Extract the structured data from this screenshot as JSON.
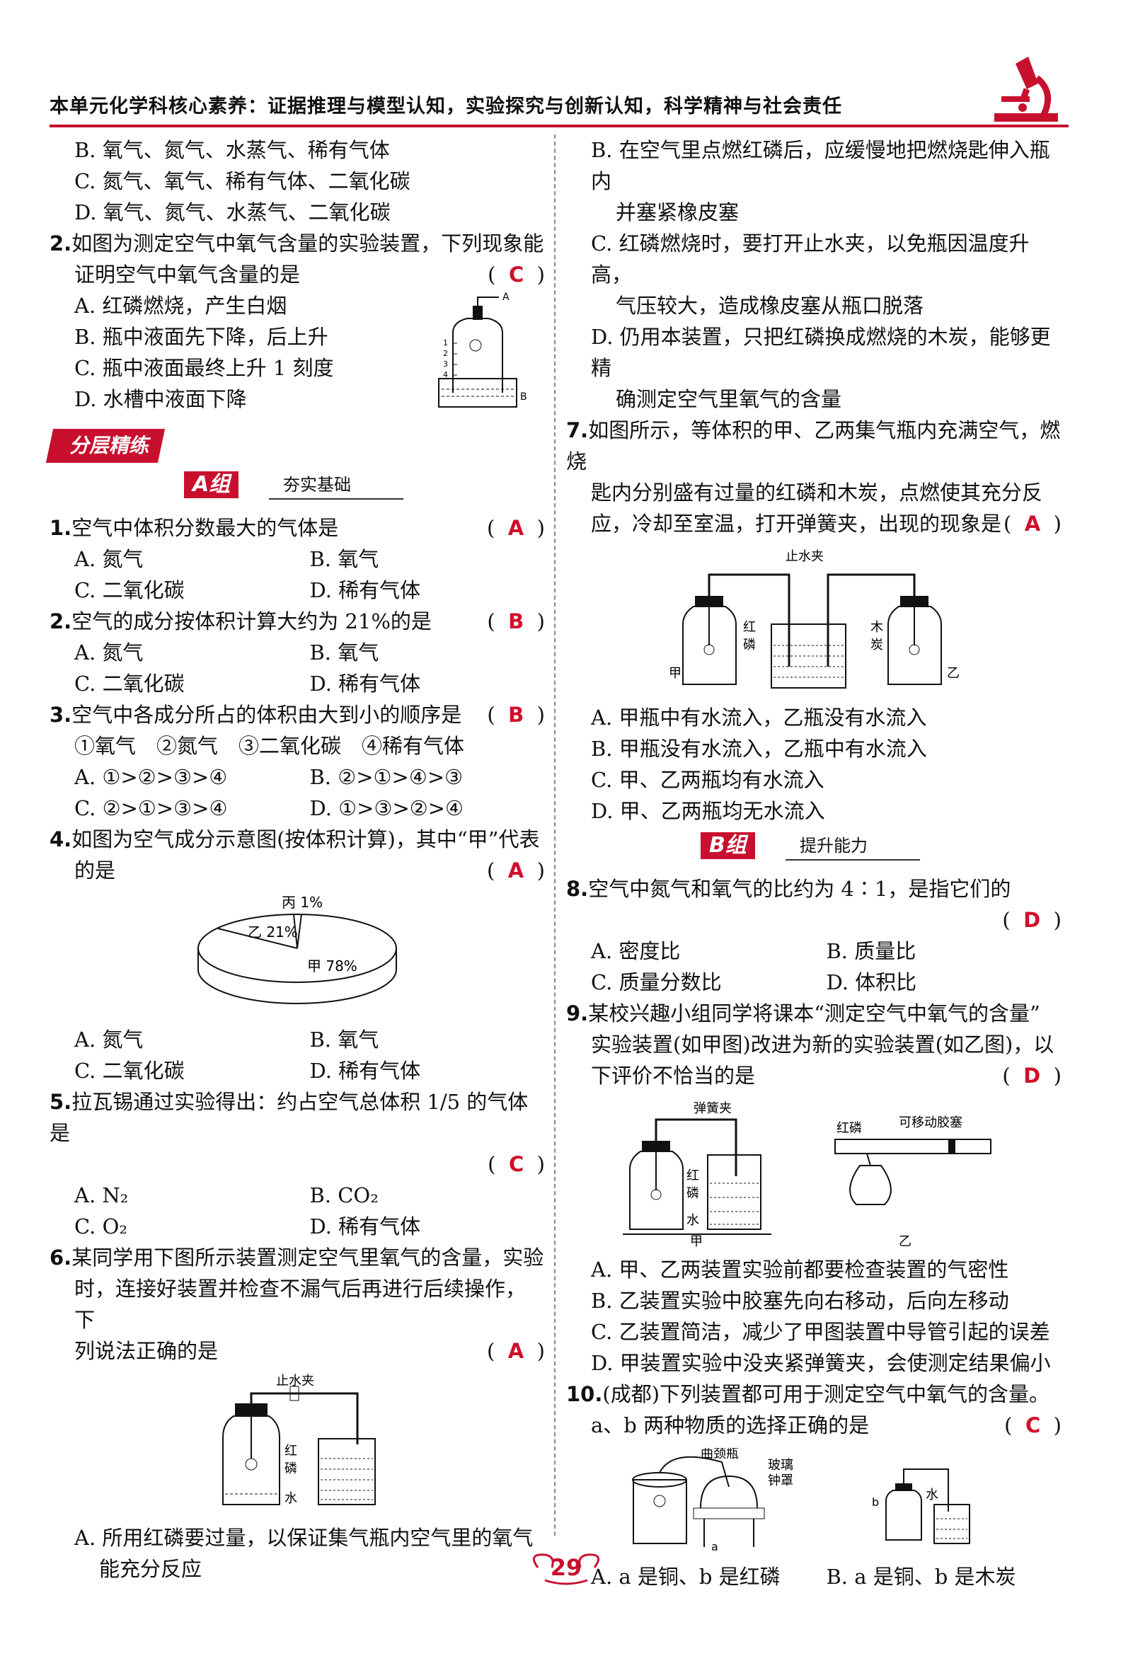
{
  "header": {
    "text": "本单元化学科核心素养：证据推理与模型认知，实验探究与创新认知，科学精神与社会责任"
  },
  "left": {
    "prev_opts": [
      "B. 氧气、氮气、水蒸气、稀有气体",
      "C. 氮气、氧气、稀有气体、二氧化碳",
      "D. 氧气、氮气、水蒸气、二氧化碳"
    ],
    "q2pre": {
      "num": "2.",
      "line1": "如图为测定空气中氧气含量的实验装置，下列现象能",
      "line2": "证明空气中氧气含量的是",
      "answer": "C",
      "opts": [
        "A. 红磷燃烧，产生白烟",
        "B. 瓶中液面先下降，后上升",
        "C. 瓶中液面最终上升 1 刻度",
        "D. 水槽中液面下降"
      ],
      "fig_labels": [
        "A",
        "B",
        "1",
        "2",
        "3",
        "4"
      ]
    },
    "section": "分层精练",
    "groupA": {
      "tag": "A组",
      "sub": "夯实基础"
    },
    "q1": {
      "num": "1.",
      "text": "空气中体积分数最大的气体是",
      "answer": "A",
      "opts": [
        "A. 氮气",
        "B. 氧气",
        "C. 二氧化碳",
        "D. 稀有气体"
      ]
    },
    "q2": {
      "num": "2.",
      "text": "空气的成分按体积计算大约为 21%的是",
      "answer": "B",
      "opts": [
        "A. 氮气",
        "B. 氧气",
        "C. 二氧化碳",
        "D. 稀有气体"
      ]
    },
    "q3": {
      "num": "3.",
      "text": "空气中各成分所占的体积由大到小的顺序是",
      "answer": "B",
      "line2": "①氧气　②氮气　③二氧化碳　④稀有气体",
      "opts": [
        "A. ①>②>③>④",
        "B. ②>①>④>③",
        "C. ②>①>③>④",
        "D. ①>③>②>④"
      ]
    },
    "q4": {
      "num": "4.",
      "line1": "如图为空气成分示意图(按体积计算)，其中“甲”代表",
      "line2": "的是",
      "answer": "A",
      "pie": {
        "labels": [
          "丙 1%",
          "乙 21%",
          "甲 78%"
        ]
      },
      "opts": [
        "A. 氮气",
        "B. 氧气",
        "C. 二氧化碳",
        "D. 稀有气体"
      ]
    },
    "q5": {
      "num": "5.",
      "text": "拉瓦锡通过实验得出：约占空气总体积 1/5 的气体是",
      "answer": "C",
      "opts": [
        "A. N₂",
        "B. CO₂",
        "C. O₂",
        "D. 稀有气体"
      ]
    },
    "q6": {
      "num": "6.",
      "line1": "某同学用下图所示装置测定空气里氧气的含量，实验",
      "line2": "时，连接好装置并检查不漏气后再进行后续操作，下",
      "line3": "列说法正确的是",
      "answer": "A",
      "fig_labels": [
        "止水夹",
        "红",
        "磷",
        "水"
      ],
      "optA1": "A. 所用红磷要过量，以保证集气瓶内空气里的氧气",
      "optA2": "能充分反应"
    }
  },
  "right": {
    "q6cont": [
      "B. 在空气里点燃红磷后，应缓慢地把燃烧匙伸入瓶内",
      "并塞紧橡皮塞",
      "C. 红磷燃烧时，要打开止水夹，以免瓶因温度升高，",
      "气压较大，造成橡皮塞从瓶口脱落",
      "D. 仍用本装置，只把红磷换成燃烧的木炭，能够更精",
      "确测定空气里氧气的含量"
    ],
    "q7": {
      "num": "7.",
      "line1": "如图所示，等体积的甲、乙两集气瓶内充满空气，燃烧",
      "line2": "匙内分别盛有过量的红磷和木炭，点燃使其充分反",
      "line3": "应，冷却至室温，打开弹簧夹，出现的现象是",
      "answer": "A",
      "fig_labels": [
        "止水夹",
        "红",
        "磷",
        "木",
        "炭",
        "甲",
        "乙"
      ],
      "opts": [
        "A. 甲瓶中有水流入，乙瓶没有水流入",
        "B. 甲瓶没有水流入，乙瓶中有水流入",
        "C. 甲、乙两瓶均有水流入",
        "D. 甲、乙两瓶均无水流入"
      ]
    },
    "groupB": {
      "tag": "B组",
      "sub": "提升能力"
    },
    "q8": {
      "num": "8.",
      "text": "空气中氮气和氧气的比约为 4∶1，是指它们的",
      "answer": "D",
      "opts": [
        "A. 密度比",
        "B. 质量比",
        "C. 质量分数比",
        "D. 体积比"
      ]
    },
    "q9": {
      "num": "9.",
      "line1": "某校兴趣小组同学将课本“测定空气中氧气的含量”",
      "line2": "实验装置(如甲图)改进为新的实验装置(如乙图)，以",
      "line3": "下评价不恰当的是",
      "answer": "D",
      "fig_labels": [
        "弹簧夹",
        "红",
        "磷",
        "水",
        "甲",
        "红磷",
        "可移动胶塞",
        "乙"
      ],
      "opts": [
        "A. 甲、乙两装置实验前都要检查装置的气密性",
        "B. 乙装置实验中胶塞先向右移动，后向左移动",
        "C. 乙装置简洁，减少了甲图装置中导管引起的误差",
        "D. 甲装置实验中没夹紧弹簧夹，会使测定结果偏小"
      ]
    },
    "q10": {
      "num": "10.",
      "line1": "(成都)下列装置都可用于测定空气中氧气的含量。",
      "line2": "a、b 两种物质的选择正确的是",
      "answer": "C",
      "fig_labels": [
        "曲颈瓶",
        "玻璃",
        "钟罩",
        "a",
        "b",
        "水"
      ],
      "opts": [
        "A. a 是铜、b 是红磷",
        "B. a 是铜、b 是木炭"
      ]
    }
  },
  "page_number": "29"
}
